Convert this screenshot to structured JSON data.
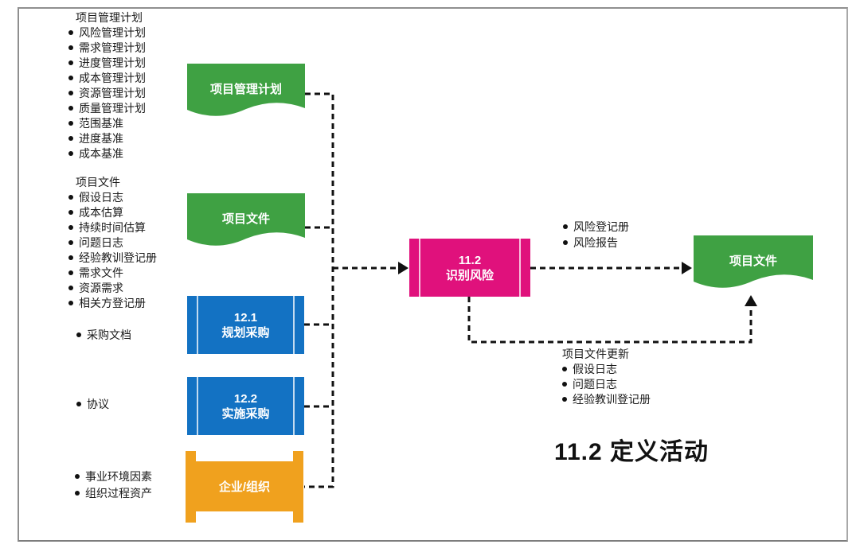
{
  "title": "11.2 定义活动",
  "colors": {
    "green": "#3fa143",
    "blue": "#1372c3",
    "orange": "#f0a11e",
    "magenta": "#e0117c",
    "connector": "#111111",
    "frame_border": "#8f8f8f"
  },
  "left_groups": [
    {
      "header": "项目管理计划",
      "items": [
        "风险管理计划",
        "需求管理计划",
        "进度管理计划",
        "成本管理计划",
        "资源管理计划",
        "质量管理计划",
        "范围基准",
        "进度基准",
        "成本基准"
      ]
    },
    {
      "header": "项目文件",
      "items": [
        "假设日志",
        "成本估算",
        "持续时间估算",
        "问题日志",
        "经验教训登记册",
        "需求文件",
        "资源需求",
        "相关方登记册"
      ]
    },
    {
      "items": [
        "采购文档"
      ]
    },
    {
      "items": [
        "协议"
      ]
    },
    {
      "items": [
        "事业环境因素",
        "组织过程资产"
      ]
    }
  ],
  "sources": [
    {
      "label": "项目管理计划",
      "shape": "document"
    },
    {
      "label": "项目文件",
      "shape": "document"
    },
    {
      "code": "12.1",
      "label": "规划采购",
      "shape": "process"
    },
    {
      "code": "12.2",
      "label": "实施采购",
      "shape": "process"
    },
    {
      "label": "企业/组织",
      "shape": "enterprise"
    }
  ],
  "process": {
    "code": "11.2",
    "label": "识别风险"
  },
  "outputs": [
    "风险登记册",
    "风险报告"
  ],
  "updates": {
    "header": "项目文件更新",
    "items": [
      "假设日志",
      "问题日志",
      "经验教训登记册"
    ]
  },
  "target": {
    "label": "项目文件",
    "shape": "document"
  }
}
